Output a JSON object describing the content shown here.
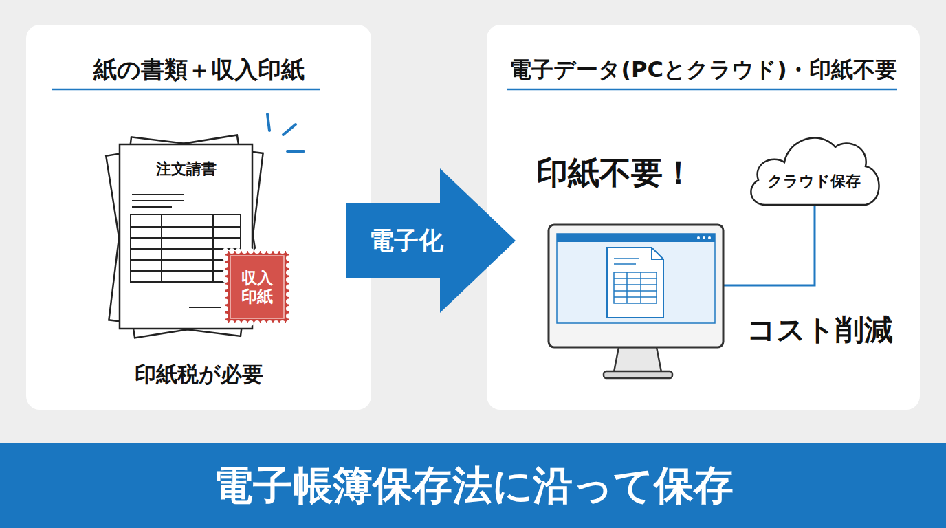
{
  "diagram": {
    "nodes": [
      {
        "text": [
          "紙の書類＋収入印紙",
          "印紙税が必要"
        ]
      },
      {
        "text": [
          "注文請書"
        ],
        "in": 0
      },
      {
        "text": [
          "収入 印紙"
        ],
        "in": 1
      },
      {
        "text": [
          "電子化"
        ]
      },
      {
        "text": [
          "電子データ(PCとクラウド)・印紙不要",
          "印紙不要！",
          "コスト削減"
        ]
      },
      {
        "text": [
          "クラウド保存"
        ],
        "in": 4
      },
      {
        "text": [
          "電子帳簿保存法に沿って保存"
        ]
      }
    ]
  }
}
